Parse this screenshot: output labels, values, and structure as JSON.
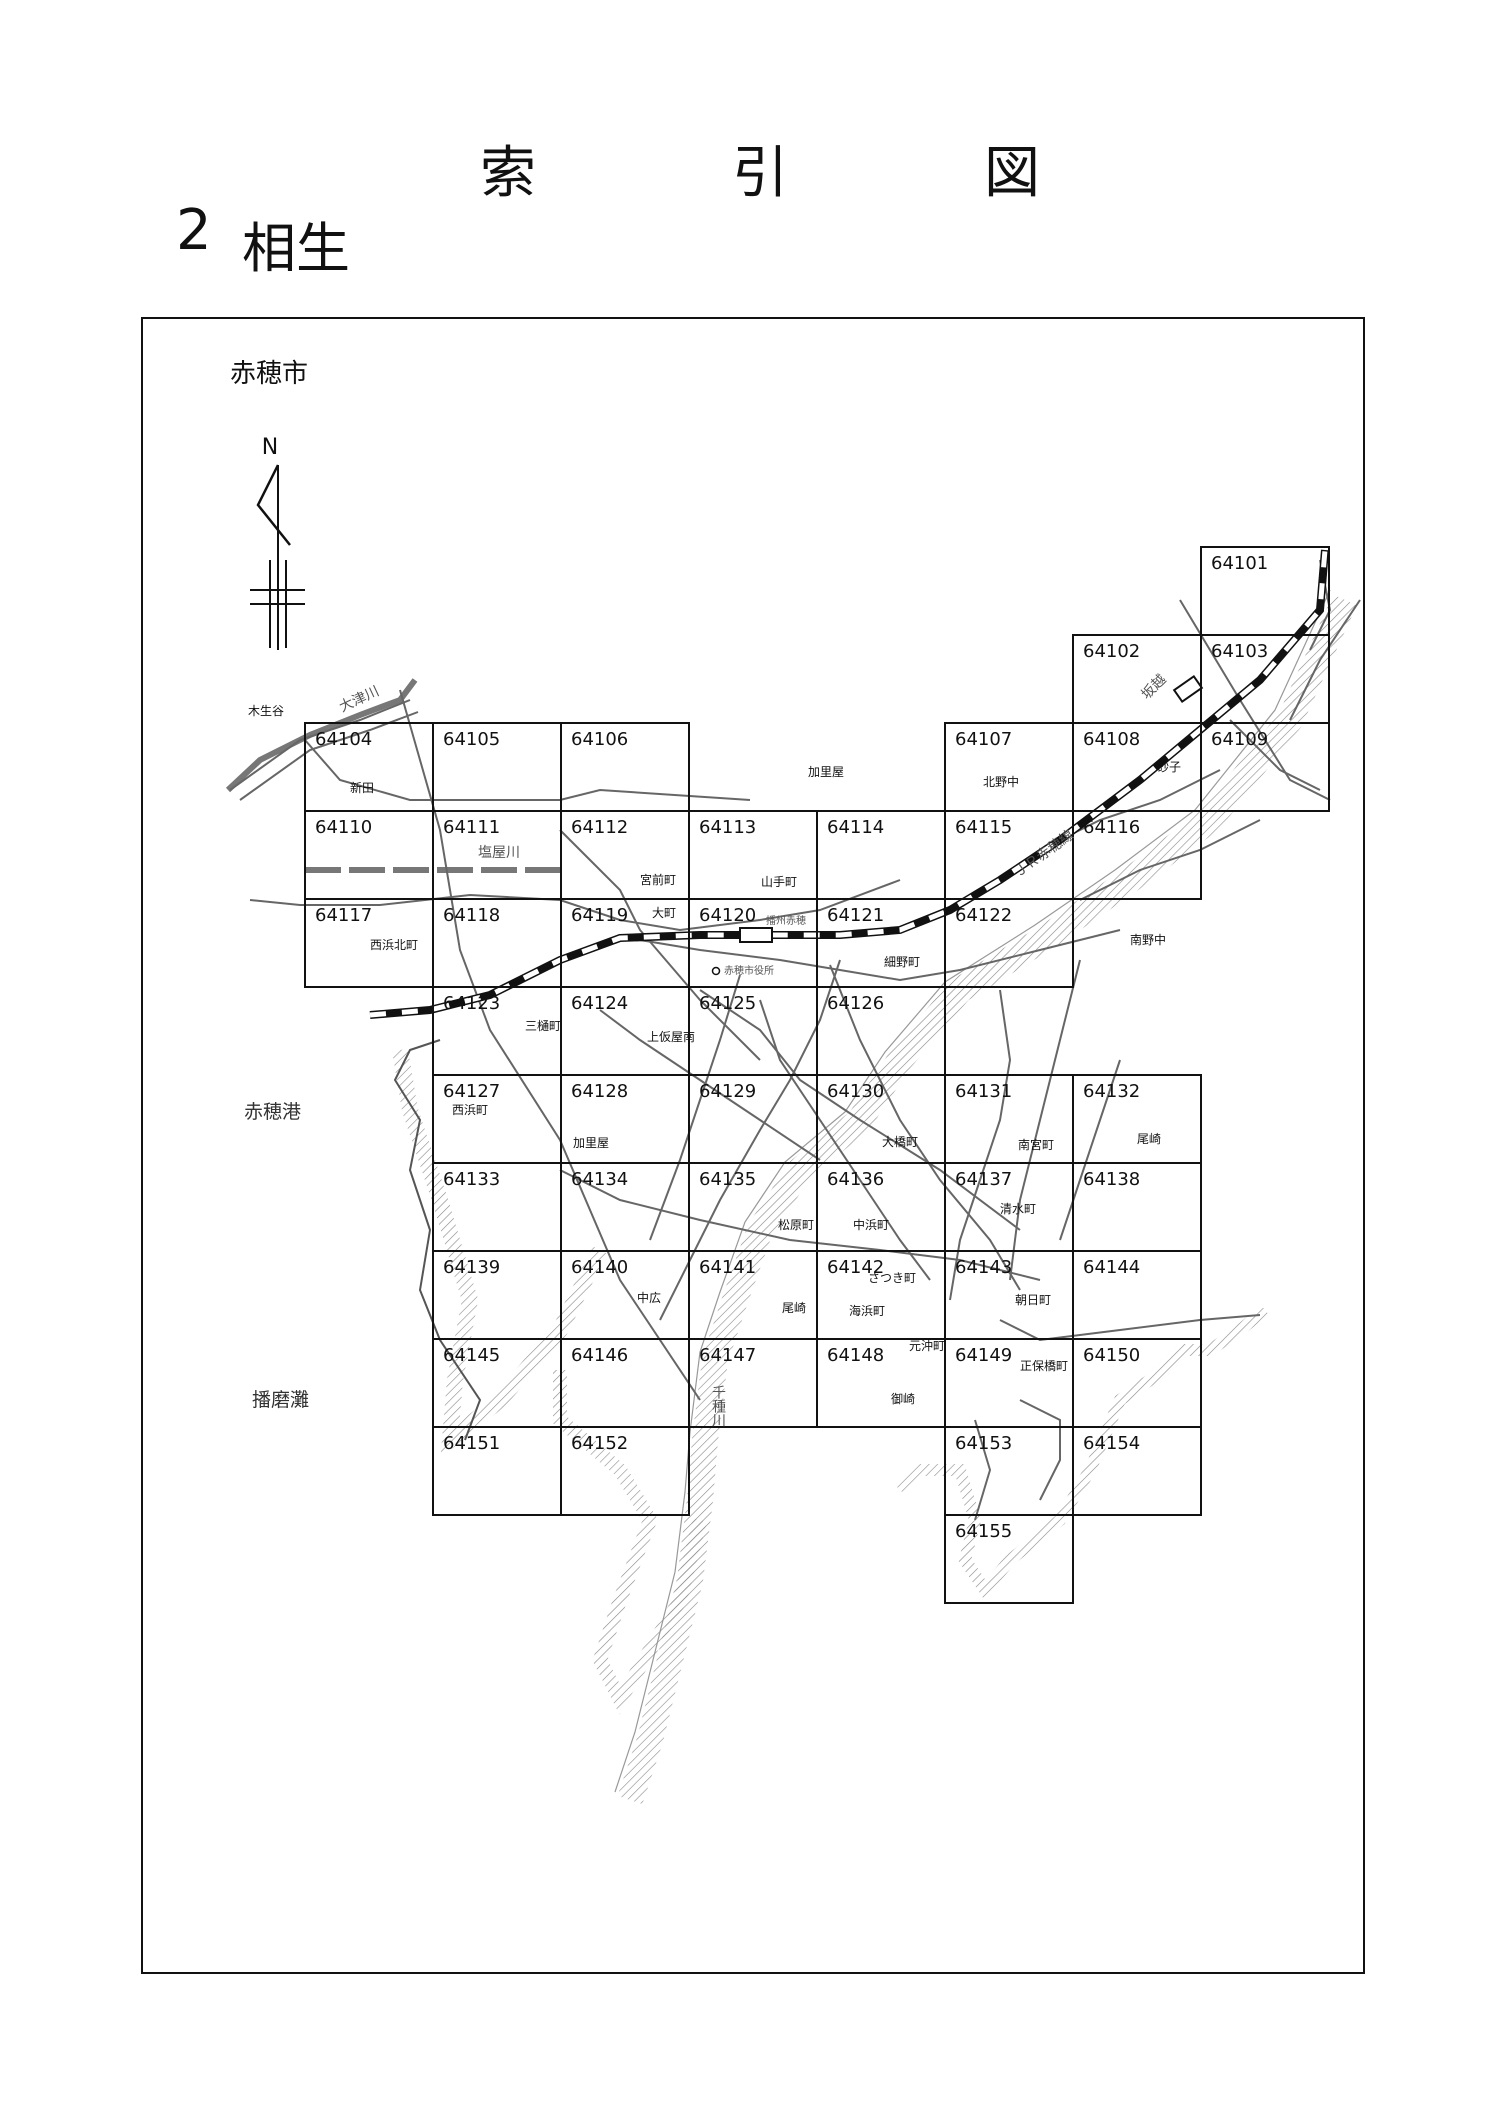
{
  "header": {
    "title_chars": [
      "索",
      "引",
      "図"
    ],
    "section_number": "2",
    "section_name": "相生"
  },
  "map": {
    "city_label": "赤穂市",
    "north_label": "N",
    "grid_cells": [
      {
        "id": "64101",
        "col": 7,
        "row": 0
      },
      {
        "id": "64102",
        "col": 6,
        "row": 1
      },
      {
        "id": "64103",
        "col": 7,
        "row": 1
      },
      {
        "id": "64104",
        "col": 0,
        "row": 2
      },
      {
        "id": "64105",
        "col": 1,
        "row": 2
      },
      {
        "id": "64106",
        "col": 2,
        "row": 2
      },
      {
        "id": "64107",
        "col": 5,
        "row": 2
      },
      {
        "id": "64108",
        "col": 6,
        "row": 2
      },
      {
        "id": "64109",
        "col": 7,
        "row": 2
      },
      {
        "id": "64110",
        "col": 0,
        "row": 3
      },
      {
        "id": "64111",
        "col": 1,
        "row": 3
      },
      {
        "id": "64112",
        "col": 2,
        "row": 3
      },
      {
        "id": "64113",
        "col": 3,
        "row": 3
      },
      {
        "id": "64114",
        "col": 4,
        "row": 3
      },
      {
        "id": "64115",
        "col": 5,
        "row": 3
      },
      {
        "id": "64116",
        "col": 6,
        "row": 3
      },
      {
        "id": "64117",
        "col": 0,
        "row": 4
      },
      {
        "id": "64118",
        "col": 1,
        "row": 4
      },
      {
        "id": "64119",
        "col": 2,
        "row": 4
      },
      {
        "id": "64120",
        "col": 3,
        "row": 4
      },
      {
        "id": "64121",
        "col": 4,
        "row": 4
      },
      {
        "id": "64122",
        "col": 5,
        "row": 4
      },
      {
        "id": "64123",
        "col": 1,
        "row": 5
      },
      {
        "id": "64124",
        "col": 2,
        "row": 5
      },
      {
        "id": "64125",
        "col": 3,
        "row": 5
      },
      {
        "id": "64126",
        "col": 4,
        "row": 5
      },
      {
        "id": "64127",
        "col": 1,
        "row": 6
      },
      {
        "id": "64128",
        "col": 2,
        "row": 6
      },
      {
        "id": "64129",
        "col": 3,
        "row": 6
      },
      {
        "id": "64130",
        "col": 4,
        "row": 6
      },
      {
        "id": "64131",
        "col": 5,
        "row": 6
      },
      {
        "id": "64132",
        "col": 6,
        "row": 6
      },
      {
        "id": "64133",
        "col": 1,
        "row": 7
      },
      {
        "id": "64134",
        "col": 2,
        "row": 7
      },
      {
        "id": "64135",
        "col": 3,
        "row": 7
      },
      {
        "id": "64136",
        "col": 4,
        "row": 7
      },
      {
        "id": "64137",
        "col": 5,
        "row": 7
      },
      {
        "id": "64138",
        "col": 6,
        "row": 7
      },
      {
        "id": "64139",
        "col": 1,
        "row": 8
      },
      {
        "id": "64140",
        "col": 2,
        "row": 8
      },
      {
        "id": "64141",
        "col": 3,
        "row": 8
      },
      {
        "id": "64142",
        "col": 4,
        "row": 8
      },
      {
        "id": "64143",
        "col": 5,
        "row": 8
      },
      {
        "id": "64144",
        "col": 6,
        "row": 8
      },
      {
        "id": "64145",
        "col": 1,
        "row": 9
      },
      {
        "id": "64146",
        "col": 2,
        "row": 9
      },
      {
        "id": "64147",
        "col": 3,
        "row": 9
      },
      {
        "id": "64148",
        "col": 4,
        "row": 9
      },
      {
        "id": "64149",
        "col": 5,
        "row": 9
      },
      {
        "id": "64150",
        "col": 6,
        "row": 9
      },
      {
        "id": "64151",
        "col": 1,
        "row": 10
      },
      {
        "id": "64152",
        "col": 2,
        "row": 10
      },
      {
        "id": "64153",
        "col": 5,
        "row": 10
      },
      {
        "id": "64154",
        "col": 6,
        "row": 10
      },
      {
        "id": "64155",
        "col": 5,
        "row": 11
      }
    ],
    "places": {
      "kishodani": "木生谷",
      "ozugawa": "大津川",
      "shinden": "新田",
      "kariya": "加里屋",
      "kitanonaka": "北野中",
      "sakoshi": "坂越",
      "sunago": "砂子",
      "shioyagawa": "塩屋川",
      "miyamaecho": "宮前町",
      "yamatecho": "山手町",
      "jr_line": "ＪＲ赤穂線",
      "nishihamakitamachi": "西浜北町",
      "omachi": "大町",
      "banshu_ako": "播州赤穂",
      "ako_shiyakusho": "赤穂市役所",
      "hosonocho": "細野町",
      "minaminonaka": "南野中",
      "mihicho": "三樋町",
      "kamikariyaminami": "上仮屋南",
      "ako_ko": "赤穂港",
      "nishihamacho": "西浜町",
      "kariya2": "加里屋",
      "ohashicho": "大橋町",
      "minamimiyamachi": "南宮町",
      "osaki": "尾崎",
      "matsubaracho": "松原町",
      "nakahiromachi": "中浜町",
      "shimizucho": "清水町",
      "nakahiro": "中広",
      "osaki2": "尾崎",
      "satsukicho": "さつき町",
      "kaihincho": "海浜町",
      "asahicho": "朝日町",
      "chikusagawa": "千種川",
      "motookicho": "元沖町",
      "shohobashicho": "正保橋町",
      "misaki": "御崎",
      "harima_nada": "播磨灘"
    }
  }
}
